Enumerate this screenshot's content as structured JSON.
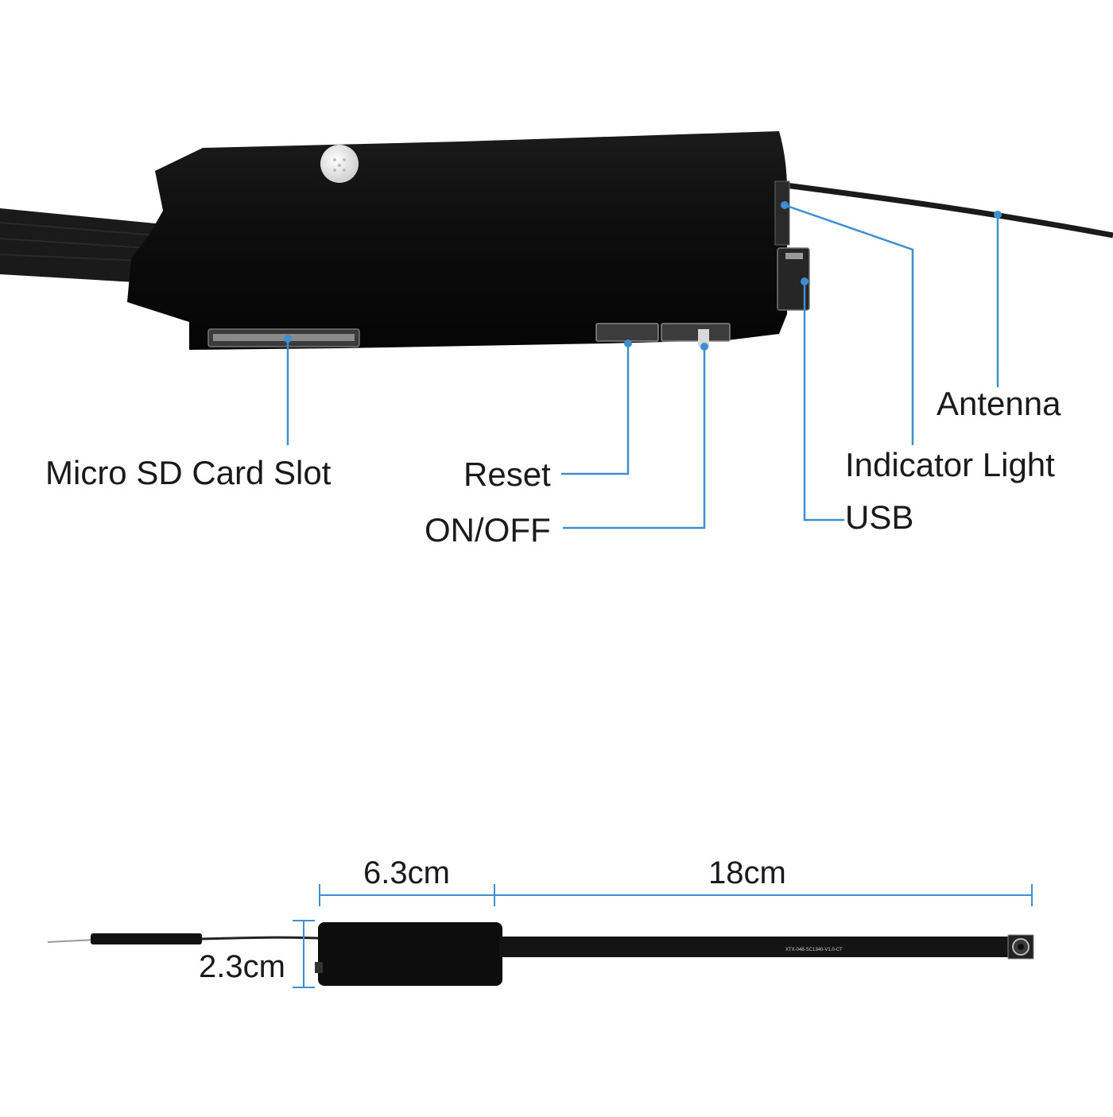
{
  "colors": {
    "callout": "#3d8fd1",
    "device": "#0c0c0c",
    "ribbon": "#141414",
    "text": "#1a1a1a",
    "background": "#ffffff"
  },
  "callouts": {
    "micro_sd": "Micro SD Card Slot",
    "reset": "Reset",
    "on_off": "ON/OFF",
    "antenna": "Antenna",
    "indicator_light": "Indicator Light",
    "usb": "USB"
  },
  "dimensions": {
    "module_length": "6.3cm",
    "cable_length": "18cm",
    "module_height": "2.3cm"
  },
  "ribbon_print": "XTX-048-SC1340-V1.0-CT"
}
